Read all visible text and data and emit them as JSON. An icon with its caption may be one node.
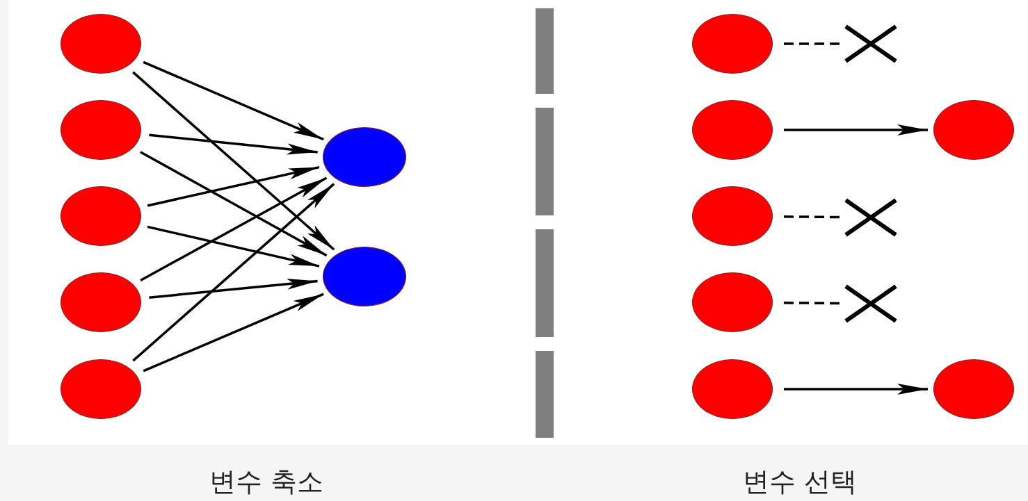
{
  "diagram": {
    "nodes": [
      {
        "text": [],
        "shape": "circle"
      },
      {
        "text": [],
        "shape": "circle"
      },
      {
        "text": [],
        "shape": "circle"
      },
      {
        "text": [],
        "shape": "circle"
      },
      {
        "text": [],
        "shape": "circle"
      },
      {
        "text": [],
        "shape": "circle"
      },
      {
        "text": [],
        "shape": "circle"
      },
      {
        "text": [],
        "shape": "circle"
      },
      {
        "text": [],
        "shape": "circle"
      },
      {
        "text": [],
        "shape": "circle"
      },
      {
        "text": [],
        "shape": "circle"
      },
      {
        "text": [],
        "shape": "circle"
      },
      {
        "text": [],
        "shape": "cross"
      },
      {
        "text": [],
        "shape": "circle"
      },
      {
        "text": [],
        "shape": "cross"
      },
      {
        "text": [],
        "shape": "cross"
      },
      {
        "text": [],
        "shape": "circle"
      }
    ],
    "edges": [
      {
        "from": 0,
        "to": 5,
        "arrow": "to"
      },
      {
        "from": 0,
        "to": 6,
        "arrow": "to"
      },
      {
        "from": 1,
        "to": 5,
        "arrow": "to"
      },
      {
        "from": 1,
        "to": 6,
        "arrow": "to"
      },
      {
        "from": 2,
        "to": 5,
        "arrow": "to"
      },
      {
        "from": 2,
        "to": 6,
        "arrow": "to"
      },
      {
        "from": 3,
        "to": 5,
        "arrow": "to"
      },
      {
        "from": 3,
        "to": 6,
        "arrow": "to"
      },
      {
        "from": 4,
        "to": 5,
        "arrow": "to"
      },
      {
        "from": 4,
        "to": 6,
        "arrow": "to"
      },
      {
        "from": 7,
        "to": 12,
        "arrow": "none",
        "style": "dashed"
      },
      {
        "from": 8,
        "to": 13,
        "arrow": "to"
      },
      {
        "from": 9,
        "to": 14,
        "arrow": "none",
        "style": "dashed"
      },
      {
        "from": 10,
        "to": 15,
        "arrow": "none",
        "style": "dashed"
      },
      {
        "from": 11,
        "to": 16,
        "arrow": "to"
      }
    ],
    "labels": [
      "변수 축소",
      "변수 선택"
    ]
  }
}
